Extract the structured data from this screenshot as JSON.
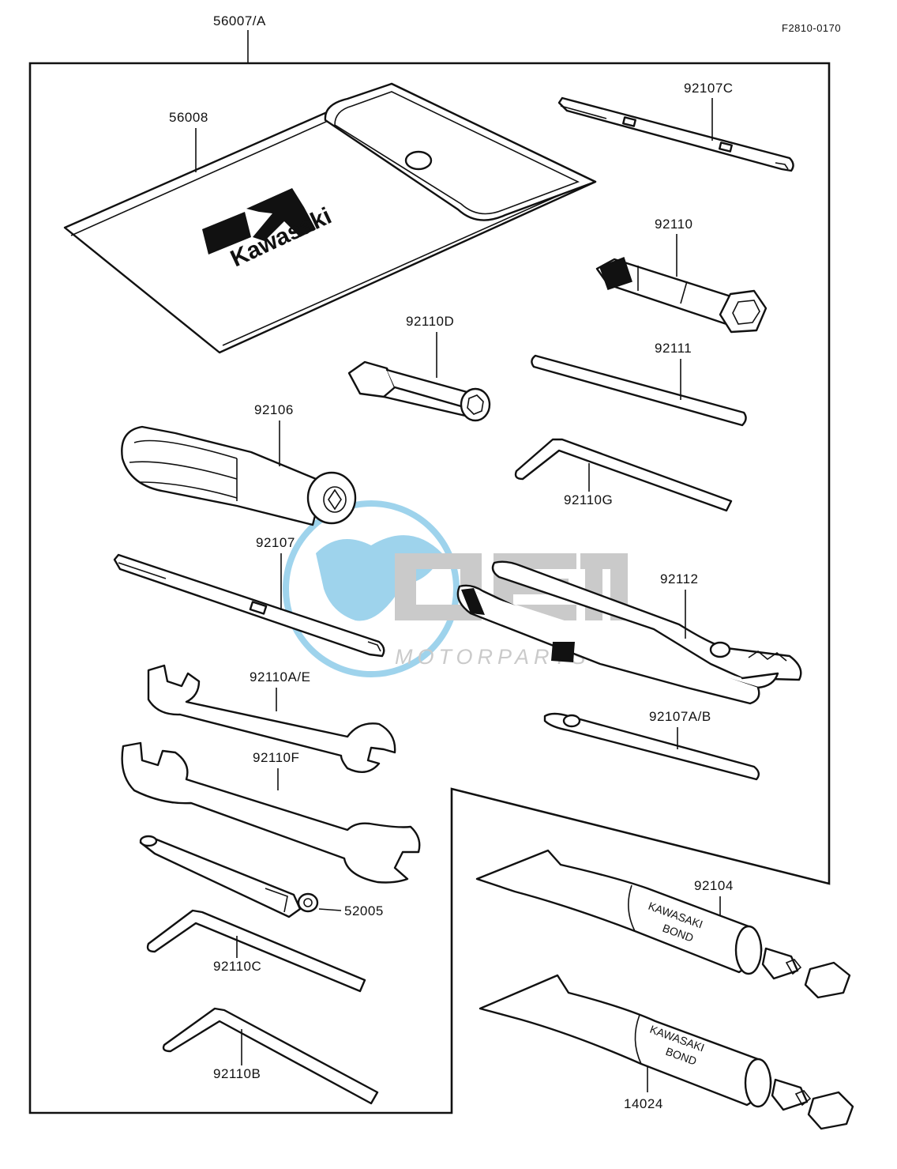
{
  "diagram": {
    "ref_code": "F2810-0170",
    "kit_label": "56007/A",
    "pouch": {
      "label": "56008",
      "brand_text": "Kawasaki"
    },
    "parts": {
      "p92107C": "92107C",
      "p92110": "92110",
      "p92110D": "92110D",
      "p92111": "92111",
      "p92106": "92106",
      "p92110G": "92110G",
      "p92107": "92107",
      "p92112": "92112",
      "p92110AE": "92110A/E",
      "p92110F": "92110F",
      "p92107AB": "92107A/B",
      "p52005": "52005",
      "p92110C": "92110C",
      "p92110B": "92110B",
      "p92104": "92104",
      "p14024": "14024"
    },
    "tube_text": {
      "line1": "KAWASAKI",
      "line2": "BOND"
    }
  },
  "watermark": {
    "brand": "OEM",
    "tagline": "MOTORPARTS",
    "accent": "#2a9fd6",
    "gray": "#8c8c8c"
  }
}
